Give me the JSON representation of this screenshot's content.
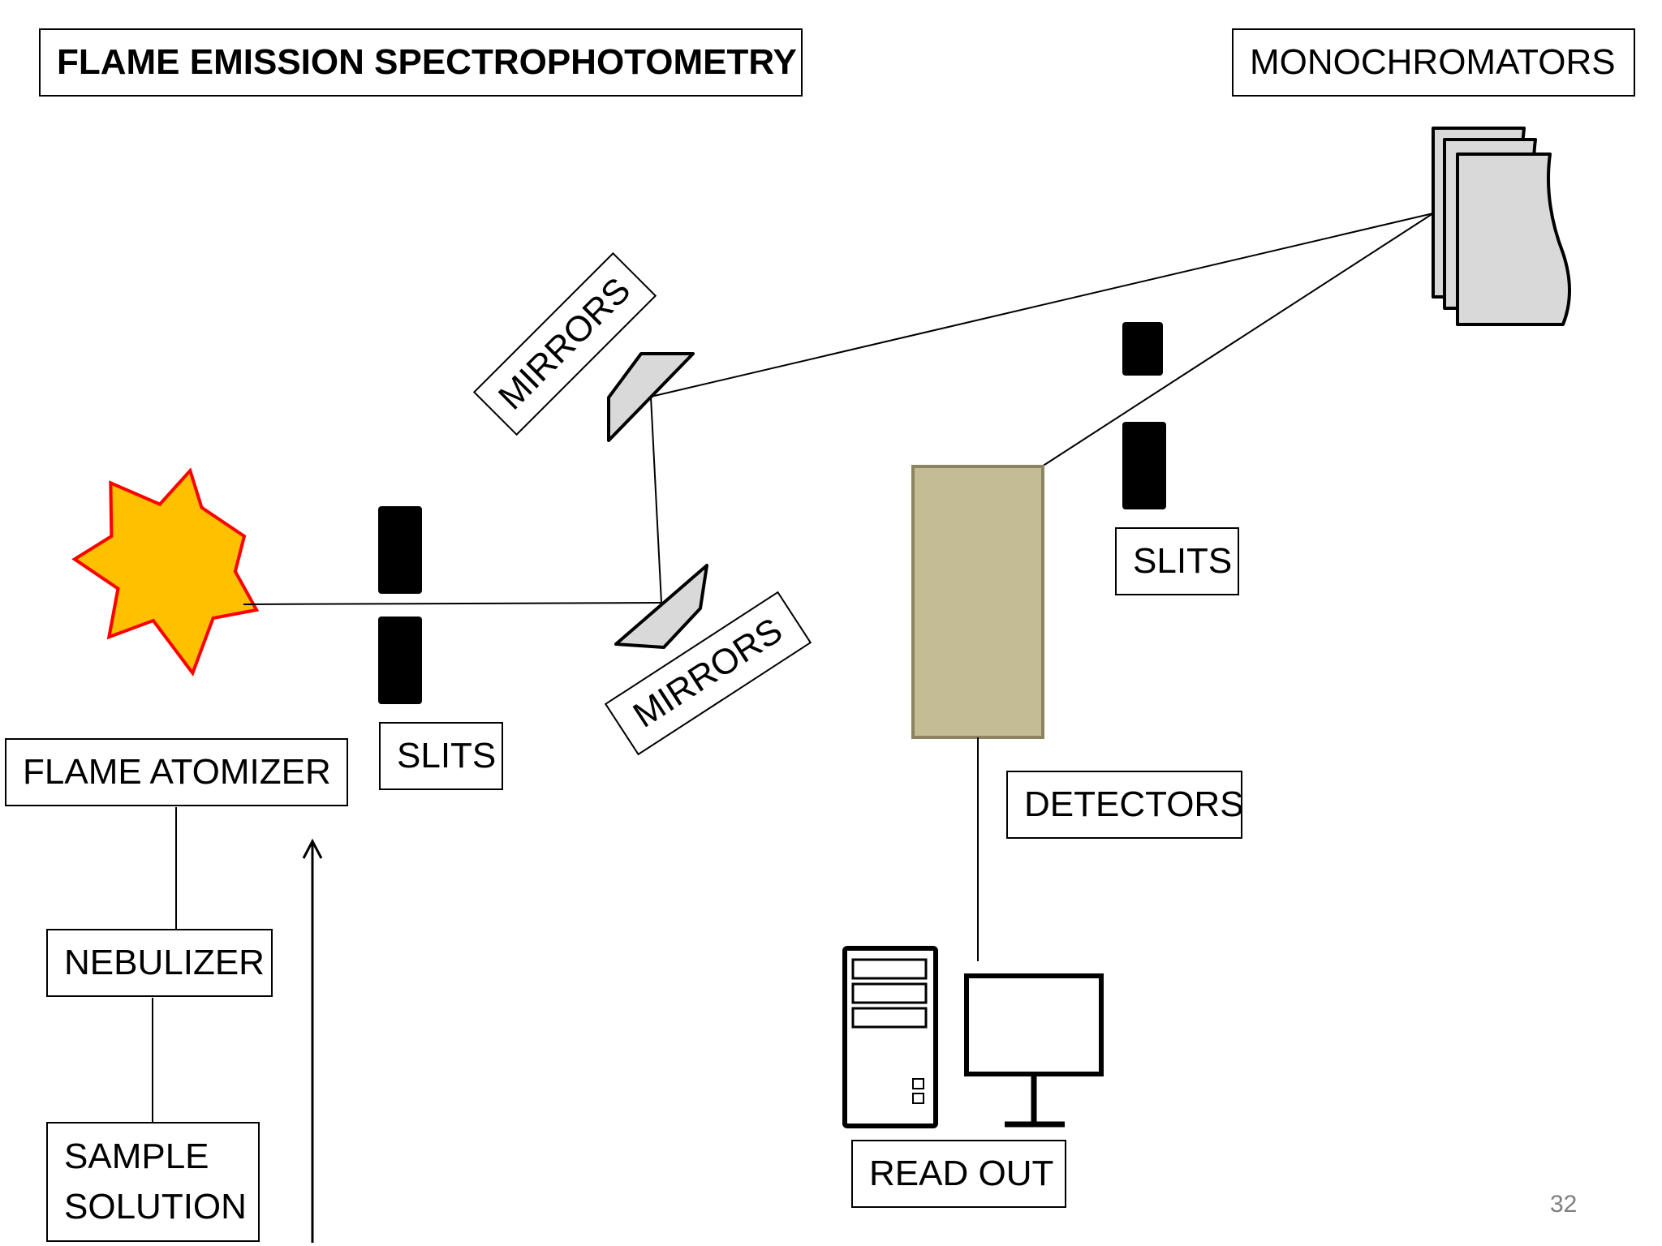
{
  "title": "FLAME EMISSION SPECTROPHOTOMETRY",
  "labels": {
    "monochromators": "MONOCHROMATORS",
    "mirrors_top": "MIRRORS",
    "mirrors_bottom": "MIRRORS",
    "slits_left": "SLITS",
    "slits_right": "SLITS",
    "detectors": "DETECTORS",
    "flame_atomizer": "FLAME ATOMIZER",
    "nebulizer": "NEBULIZER",
    "sample_line1": "SAMPLE",
    "sample_line2": "SOLUTION",
    "read_out": "READ OUT"
  },
  "page_number": "32",
  "colors": {
    "flame_fill": "#ffc000",
    "flame_outline": "#ff0000",
    "detector_fill": "#c4bc94",
    "detector_border": "#8c8460",
    "mirror_fill": "#d9d9d9",
    "monochromator_fill": "#d9d9d9",
    "page_number": "#7f7f7f"
  }
}
